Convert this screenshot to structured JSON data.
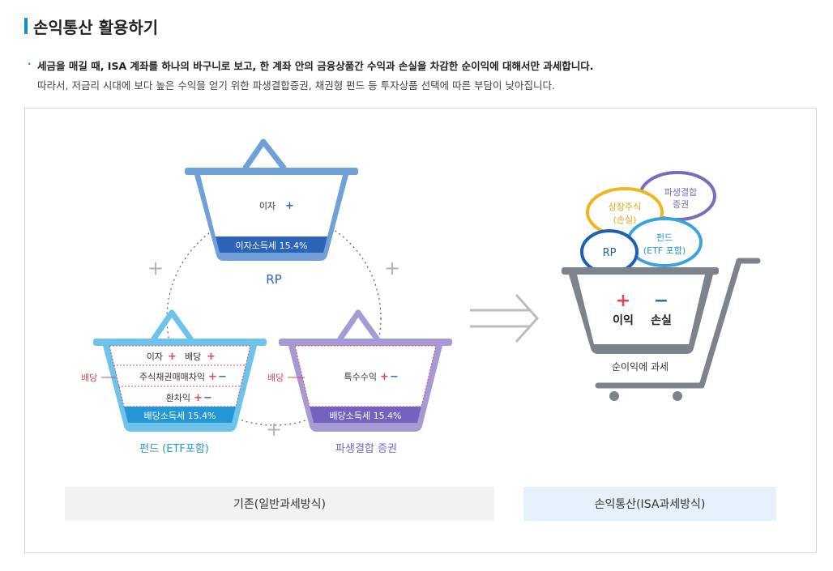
{
  "header": {
    "title": "손익통산 활용하기",
    "bullet": "·",
    "desc_line1": "세금을 매길 때, ISA 계좌를 하나의 바구니로 보고, 한 계좌 안의 금융상품간 수익과 손실을 차감한 순이익에 대해서만 과세합니다.",
    "desc_line2": "따라서, 저금리 시대에 보다 높은 수익을 얻기 위한 파생결합증권, 채권형 펀드 등 투자상품 선택에 따른 부담이 낮아집니다."
  },
  "diagram": {
    "rp_basket": {
      "item": "이자",
      "tax": "이자소득세 15.4%",
      "label": "RP"
    },
    "fund_basket": {
      "rows": [
        "이자",
        "배당",
        "주식채권매매차익",
        "환차익"
      ],
      "side_label": "배당",
      "tax": "배당소득세 15.4%",
      "label": "펀드 (ETF포함)"
    },
    "derivative_basket": {
      "row": "특수수익",
      "side_label": "배당",
      "tax": "배당소득세 15.4%",
      "label": "파생결합 증권"
    },
    "plus_sign": "+",
    "minus_sign": "−",
    "isa_cart": {
      "bubbles": [
        {
          "line1": "파생결합",
          "line2": "증권",
          "color": "#7b6ac0"
        },
        {
          "line1": "상장주식",
          "line2": "(손실)",
          "color": "#f2b51c"
        },
        {
          "line1": "RP",
          "line2": "",
          "color": "#1f5fb0"
        },
        {
          "line1": "펀드",
          "line2": "(ETF 포함)",
          "color": "#3aa3dc"
        }
      ],
      "profit": "이익",
      "loss": "손실",
      "bottom_label": "순이익에 과세"
    },
    "caption_left": "기존(일반과세방식)",
    "caption_right": "손익통산(ISA과세방식)"
  },
  "colors": {
    "accent": "#1b8ad6",
    "rp_basket": "#6fa1d8",
    "rp_tax": "#2b64b8",
    "fund_basket": "#6ec3ea",
    "fund_tax": "#2496d4",
    "derivative_basket": "#a79ad4",
    "derivative_tax": "#7462be",
    "plus": "#e0465a",
    "minus": "#2d6bb5",
    "cart": "#7d838c",
    "caption_left_bg": "#f1f2f3",
    "caption_right_bg": "#e6f2fb"
  }
}
